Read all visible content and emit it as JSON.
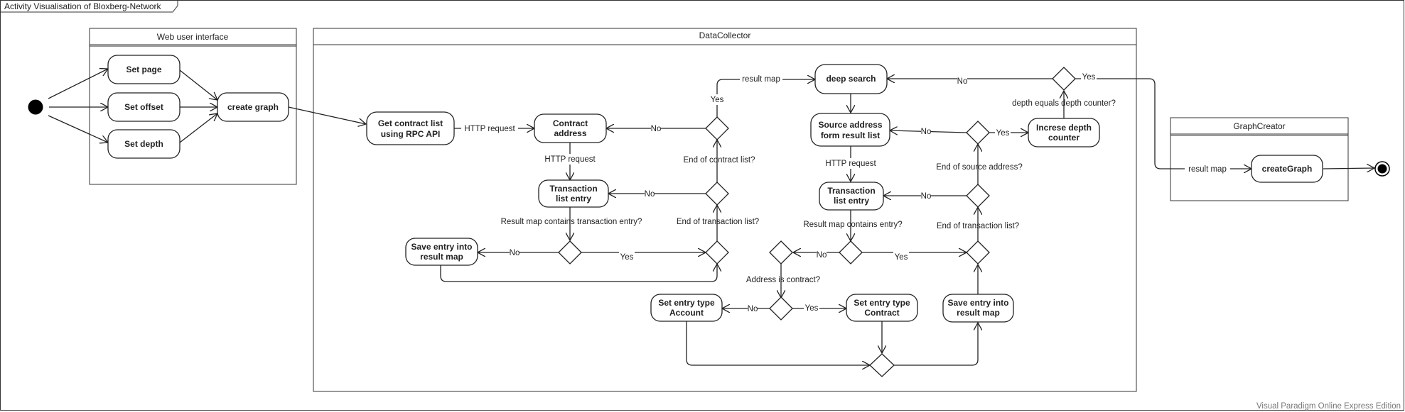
{
  "frame_title": "Activity Visualisation of Bloxberg-Network",
  "watermark": "Visual Paradigm Online Express Edition",
  "partitions": {
    "web": "Web user interface",
    "collector": "DataCollector",
    "graph": "GraphCreator"
  },
  "nodes": {
    "set_page": "Set page",
    "set_offset": "Set offset",
    "set_depth": "Set depth",
    "create_graph": "create graph",
    "get_contract_list": [
      "Get contract list",
      "using RPC API"
    ],
    "contract_address": [
      "Contract",
      "address"
    ],
    "tx_entry_1": [
      "Transaction",
      "list entry"
    ],
    "save_entry_1": [
      "Save entry into",
      "result map"
    ],
    "deep_search": "deep search",
    "source_address": [
      "Source address",
      "form result list"
    ],
    "increase_depth": [
      "Increse depth",
      "counter"
    ],
    "tx_entry_2": [
      "Transaction",
      "list entry"
    ],
    "set_account": [
      "Set entry type",
      "Account"
    ],
    "set_contract": [
      "Set entry type",
      "Contract"
    ],
    "save_entry_2": [
      "Save entry into",
      "result map"
    ],
    "create_graph_fn": "createGraph"
  },
  "edge_labels": {
    "http_request_1": "HTTP request",
    "no_contract": "No",
    "http_request_2": "HTTP request",
    "no_tx_1": "No",
    "no_save_1": "No",
    "yes_save_1": "Yes",
    "yes_contract_list": "Yes",
    "result_map_1": "result map",
    "no_depth": "No",
    "yes_depth": "Yes",
    "no_source": "No",
    "yes_source": "Yes",
    "http_request_3": "HTTP request",
    "no_tx_2": "No",
    "no_contains_2": "No",
    "yes_contains_2": "Yes",
    "no_is_contract": "No",
    "yes_is_contract": "Yes",
    "result_map_2": "result map"
  },
  "conditions": {
    "end_of_contract_list": "End of contract list?",
    "end_of_transaction_list_1": "End of transaction list?",
    "result_map_contains_tx": "Result map contains transaction entry?",
    "depth_equals": "depth equals depth counter?",
    "end_of_source_address": "End of source address?",
    "end_of_transaction_list_2": "End of transaction list?",
    "result_map_contains_entry": "Result map contains entry?",
    "address_is_contract": "Address is contract?"
  }
}
